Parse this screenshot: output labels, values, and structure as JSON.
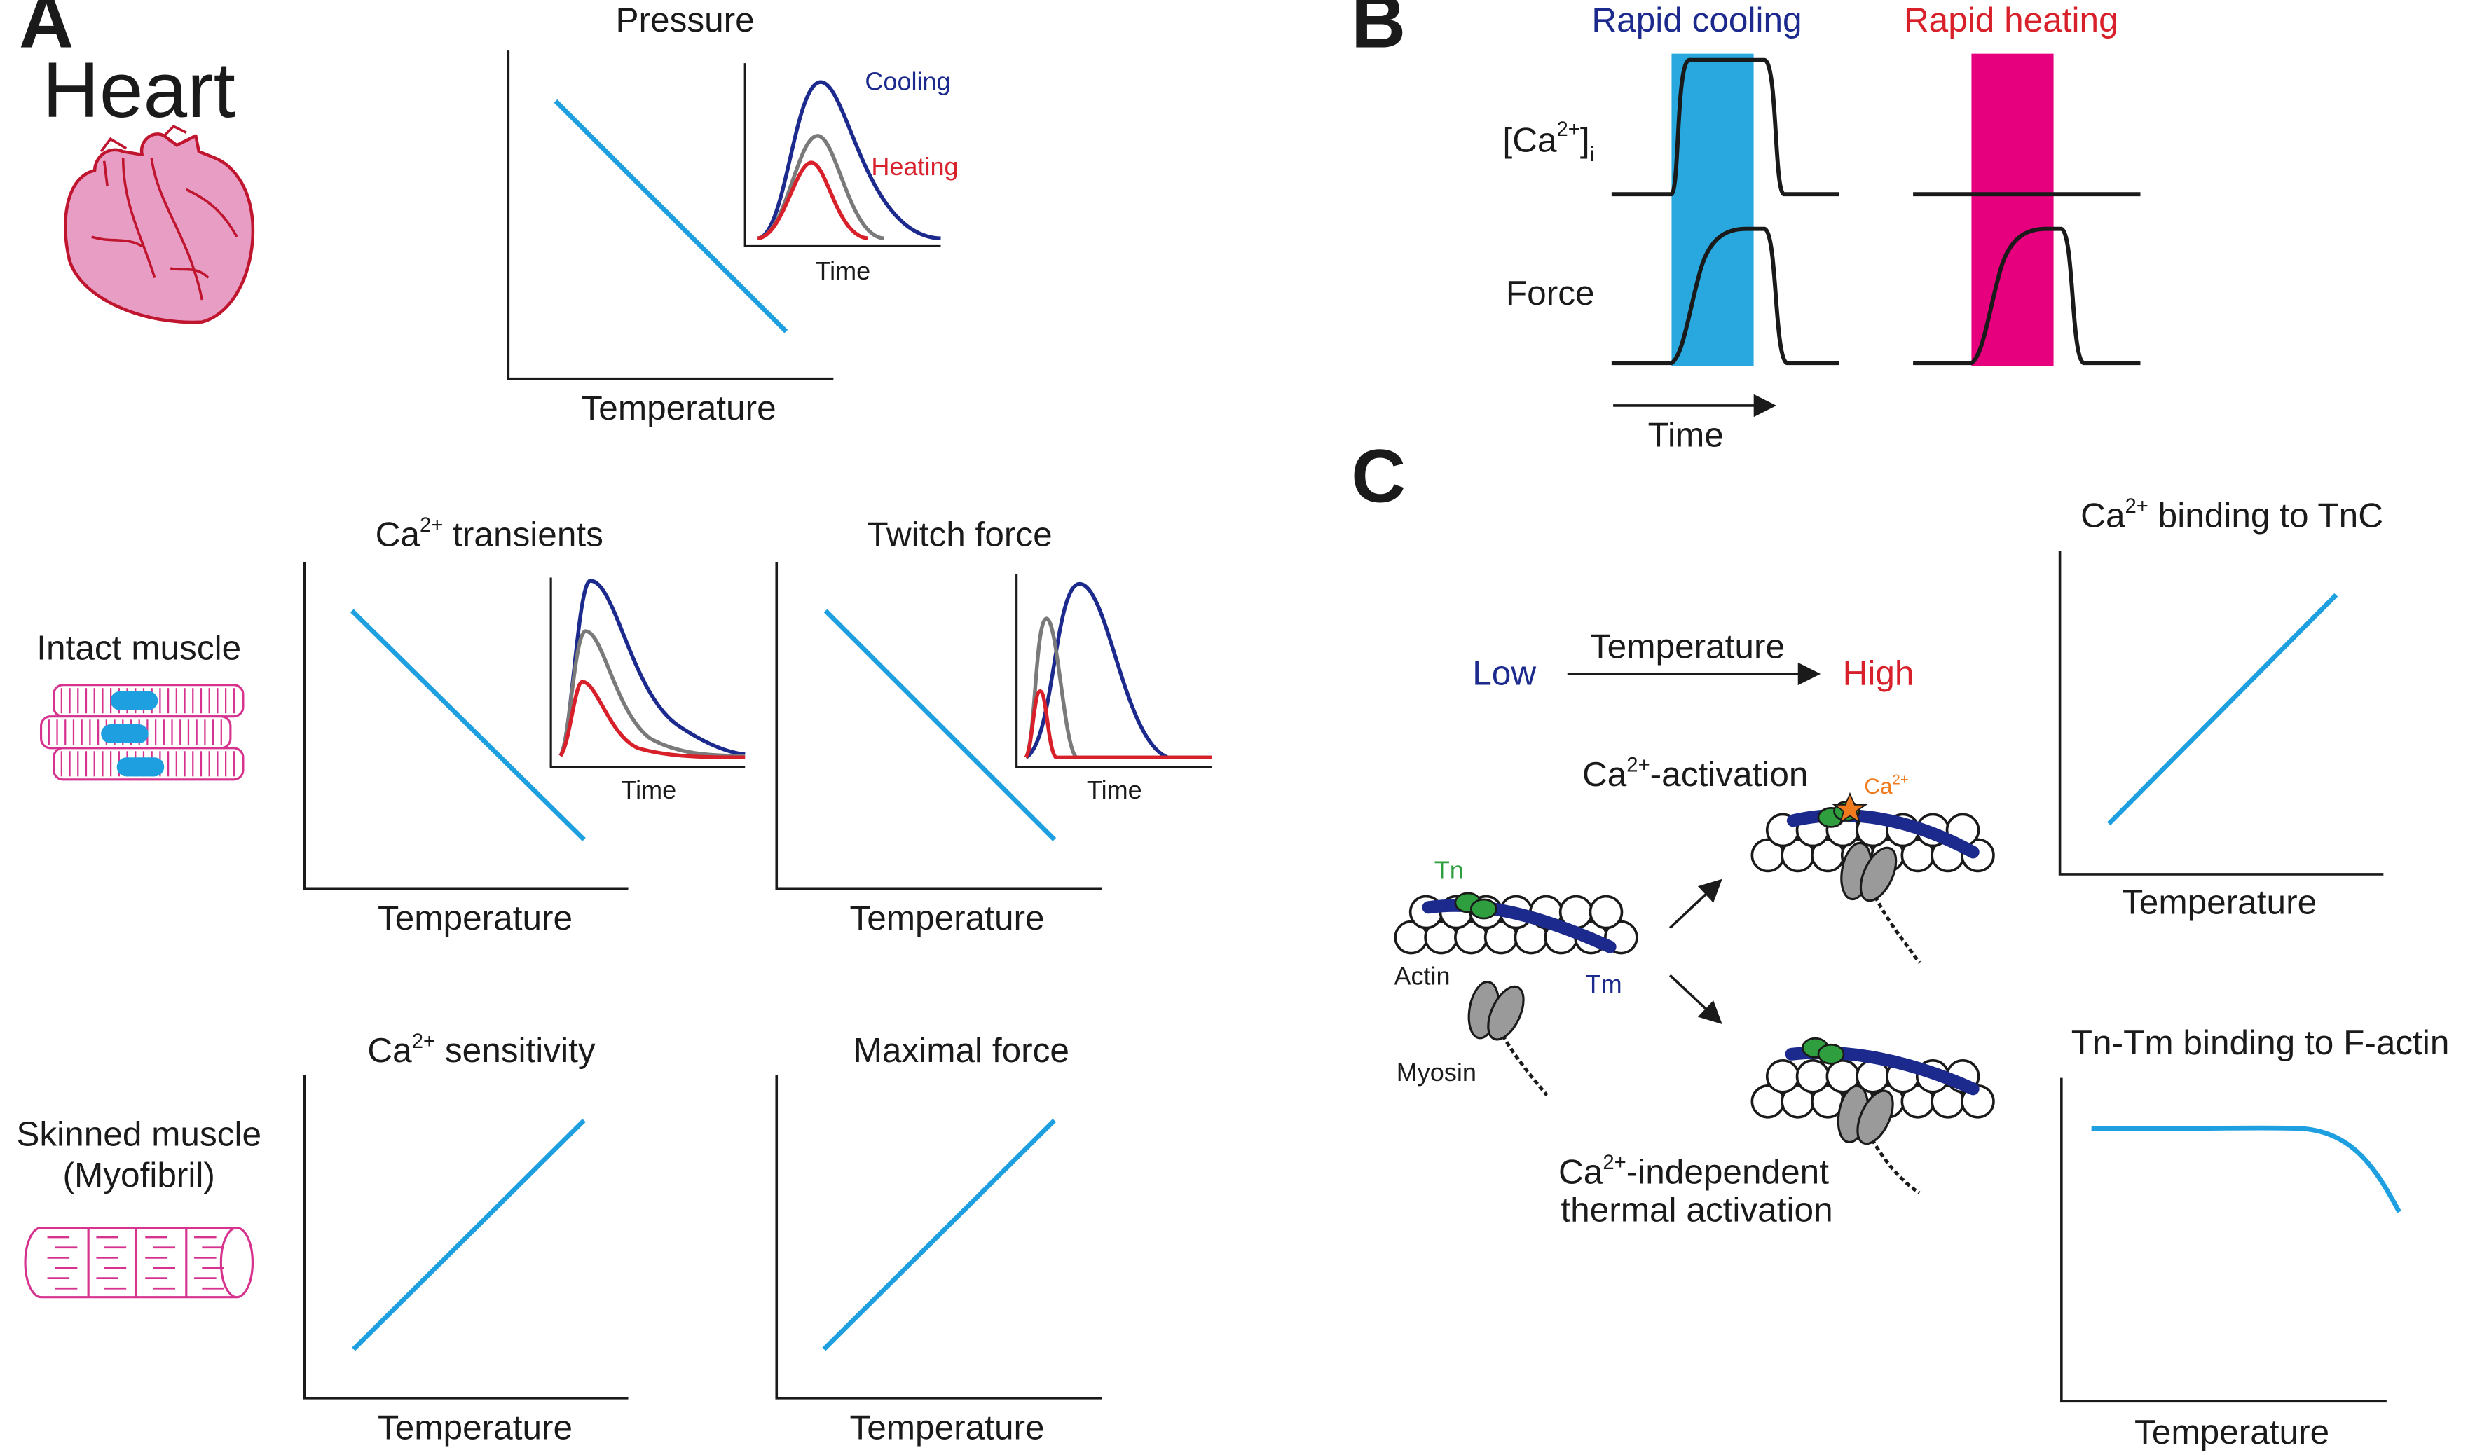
{
  "panels": {
    "a": {
      "letter": "A",
      "heart_label": "Heart",
      "intact_label": "Intact muscle",
      "skinned_label_1": "Skinned muscle",
      "skinned_label_2": "(Myofibril)"
    },
    "b": {
      "letter": "B",
      "cooling_label": "Rapid cooling",
      "heating_label": "Rapid heating",
      "ca_label": "[Ca",
      "ca_sup": "2+",
      "ca_close": "]",
      "ca_sub": "i",
      "force_label": "Force",
      "time_label": "Time"
    },
    "c": {
      "letter": "C",
      "low_label": "Low",
      "temperature_label": "Temperature",
      "high_label": "High",
      "ca_activation_prefix": "Ca",
      "ca_activation_sup": "2+",
      "ca_activation_suffix": "-activation",
      "ca_ion_prefix": "Ca",
      "ca_ion_sup": "2+",
      "tn_label": "Tn",
      "tm_label": "Tm",
      "actin_label": "Actin",
      "myosin_label": "Myosin",
      "independent_prefix": "Ca",
      "independent_sup": "2+",
      "independent_suffix": "-independent",
      "thermal_label": "thermal activation"
    }
  },
  "graphs": {
    "pressure": {
      "title": "Pressure",
      "xlabel": "Temperature",
      "inset_xlabel": "Time",
      "inset_cooling": "Cooling",
      "inset_heating": "Heating"
    },
    "ca_transients": {
      "title_prefix": "Ca",
      "title_sup": "2+",
      "title_suffix": " transients",
      "xlabel": "Temperature",
      "inset_xlabel": "Time"
    },
    "twitch_force": {
      "title": "Twitch force",
      "xlabel": "Temperature",
      "inset_xlabel": "Time"
    },
    "ca_sensitivity": {
      "title_prefix": "Ca",
      "title_sup": "2+",
      "title_suffix": " sensitivity",
      "xlabel": "Temperature"
    },
    "maximal_force": {
      "title": "Maximal force",
      "xlabel": "Temperature"
    },
    "ca_binding_tnc": {
      "title_prefix": "Ca",
      "title_sup": "2+",
      "title_suffix": " binding to TnC",
      "xlabel": "Temperature"
    },
    "tn_tm_binding": {
      "title": "Tn-Tm binding to F-actin",
      "xlabel": "Temperature"
    }
  },
  "colors": {
    "trend_line": "#1ea0e0",
    "cooling": "#1b2a8c",
    "heating": "#d8202a",
    "neutral": "#7a7a7a",
    "cooling_band": "#29a8e0",
    "heating_band": "#e6007e",
    "muscle_pink": "#d6338f",
    "heart_fill": "#e89ec4",
    "heart_stroke": "#c0152f",
    "tn_green": "#2e9e3e",
    "tm_blue": "#1b2a8c",
    "myosin_gray": "#9a9a9a",
    "ca_star": "#f07a1e"
  },
  "icons": [
    "heart-icon",
    "intact-muscle-icon",
    "myofibril-icon",
    "actin-filament-icon",
    "myosin-icon",
    "calcium-star-icon"
  ]
}
